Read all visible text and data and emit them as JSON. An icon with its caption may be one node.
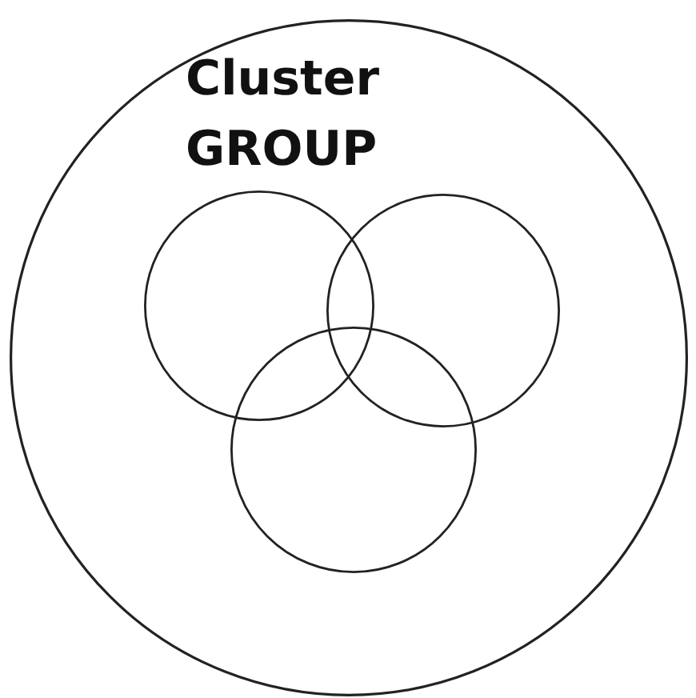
{
  "diagram": {
    "nodes": [
      {
        "text": [
          "Cluster GROUP"
        ]
      },
      {
        "text": [],
        "shape": "circle",
        "in": 0
      },
      {
        "text": [],
        "shape": "circle",
        "in": 0
      },
      {
        "text": [],
        "shape": "circle",
        "in": 0
      }
    ]
  }
}
